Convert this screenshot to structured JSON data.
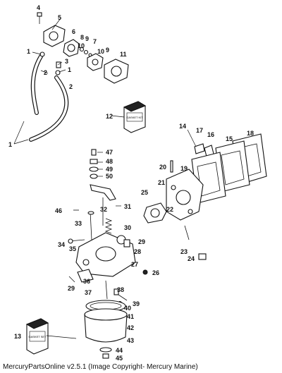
{
  "diagram": {
    "callouts": [
      "1",
      "2",
      "3",
      "4",
      "5",
      "6",
      "7",
      "8",
      "9",
      "10",
      "11",
      "12",
      "13",
      "14",
      "15",
      "16",
      "17",
      "18",
      "19",
      "20",
      "21",
      "22",
      "23",
      "24",
      "25",
      "26",
      "27",
      "28",
      "29",
      "30",
      "31",
      "32",
      "33",
      "34",
      "35",
      "36",
      "37",
      "38",
      "39",
      "40",
      "41",
      "42",
      "43",
      "44",
      "45",
      "46",
      "47",
      "48",
      "49",
      "50"
    ],
    "gasket_kit_box_top": "GASKET KIT",
    "gasket_kit_box_bottom": "GASKET SET"
  },
  "footer": {
    "text": "MercuryPartsOnline v2.5.1 (Image Copyright- Mercury Marine)"
  }
}
